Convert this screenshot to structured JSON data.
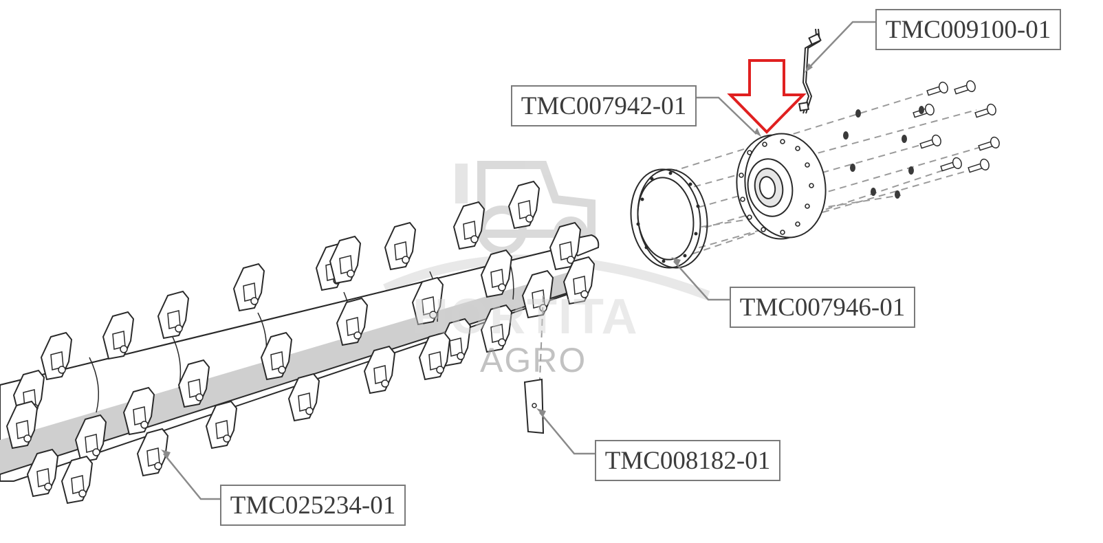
{
  "watermark": {
    "brand_top": "HORTITA",
    "brand_bottom": "AGRO"
  },
  "parts": [
    {
      "id": "p1",
      "part_number": "TMC009100-01"
    },
    {
      "id": "p2",
      "part_number": "TMC007942-01"
    },
    {
      "id": "p3",
      "part_number": "TMC007946-01"
    },
    {
      "id": "p4",
      "part_number": "TMC008182-01"
    },
    {
      "id": "p5",
      "part_number": "TMC025234-01"
    }
  ],
  "highlight": {
    "target_part": "TMC007942-01",
    "color": "#e02020"
  },
  "colors": {
    "line": "#2a2a2a",
    "leader": "#8a8a8a",
    "shaft_band": "#c8c8c8",
    "watermark": "#d8d8d8"
  }
}
